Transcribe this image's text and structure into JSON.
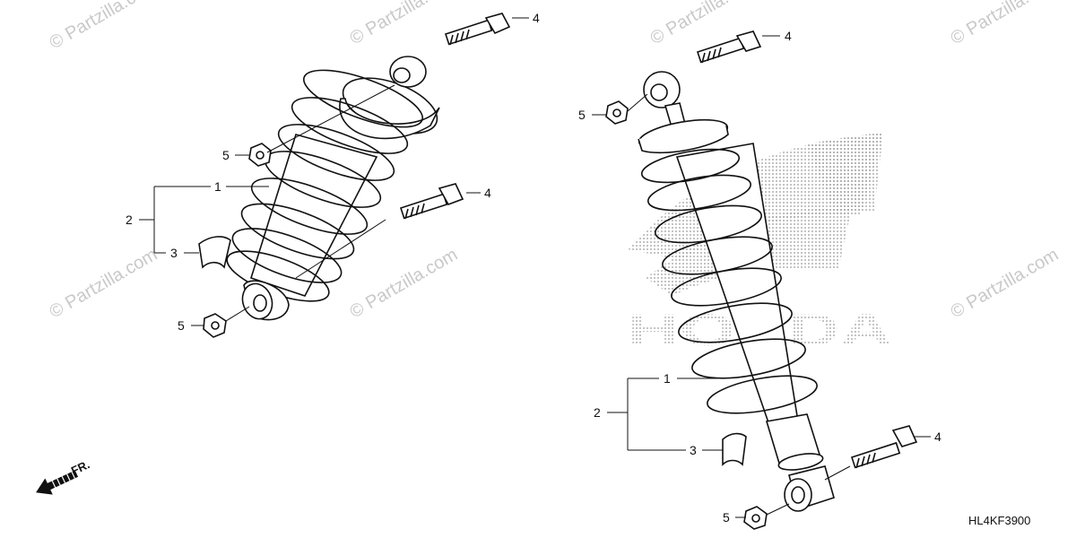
{
  "watermark": {
    "text": "© Partzilla.com"
  },
  "diagram_code": "HL4KF3900",
  "front_indicator": {
    "label": "FR."
  },
  "logo": {
    "text": "HONDA"
  },
  "callouts": [
    {
      "id": "left-1",
      "number": "1"
    },
    {
      "id": "left-2",
      "number": "2"
    },
    {
      "id": "left-3",
      "number": "3"
    },
    {
      "id": "left-4a",
      "number": "4"
    },
    {
      "id": "left-4b",
      "number": "4"
    },
    {
      "id": "left-5a",
      "number": "5"
    },
    {
      "id": "left-5b",
      "number": "5"
    },
    {
      "id": "right-1",
      "number": "1"
    },
    {
      "id": "right-2",
      "number": "2"
    },
    {
      "id": "right-3",
      "number": "3"
    },
    {
      "id": "right-4a",
      "number": "4"
    },
    {
      "id": "right-4b",
      "number": "4"
    },
    {
      "id": "right-5a",
      "number": "5"
    },
    {
      "id": "right-5b",
      "number": "5"
    }
  ]
}
